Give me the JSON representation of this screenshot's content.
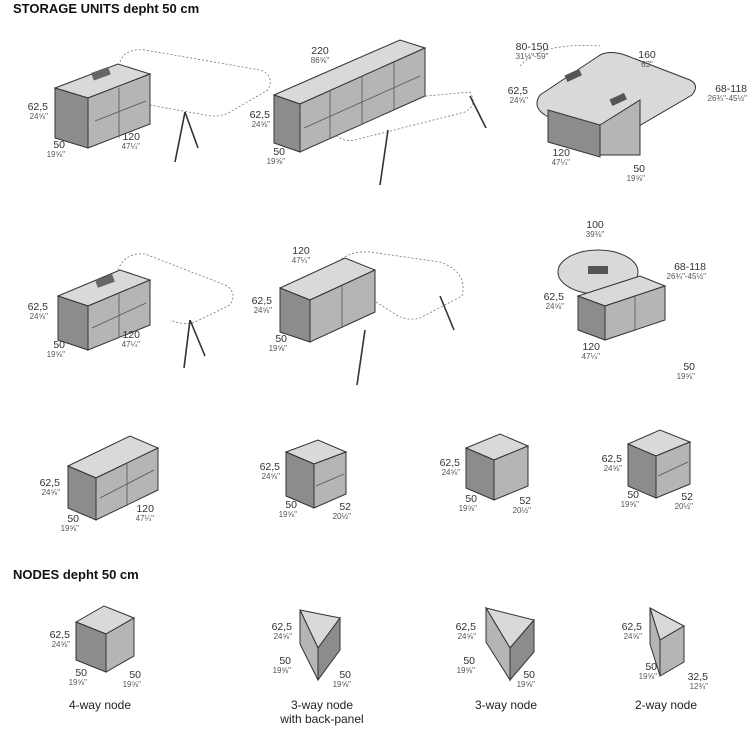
{
  "titles": {
    "storage": "STORAGE UNITS depht 50 cm",
    "nodes": "NODES depht 50 cm"
  },
  "dims": {
    "d1": {
      "h": "62,5",
      "hi": "24⅝\"",
      "d": "50",
      "di": "19⅝\"",
      "w": "120",
      "wi": "47¼\""
    },
    "d2": {
      "w": "220",
      "wi": "86⅝\"",
      "h": "62,5",
      "hi": "24⅝\"",
      "d": "50",
      "di": "19⅝\""
    },
    "d3": {
      "r": "80-150",
      "ri": "31½\"-59\"",
      "w": "160",
      "wi": "63\"",
      "h": "62,5",
      "hi": "24⅝\"",
      "a": "68-118",
      "ai": "26¾\"-45½\"",
      "l": "120",
      "li": "47¼\"",
      "d": "50",
      "di": "19⅝\""
    },
    "d4": {
      "h": "62,5",
      "hi": "24⅝\"",
      "d": "50",
      "di": "19⅝\"",
      "w": "120",
      "wi": "47¼\""
    },
    "d5": {
      "w": "120",
      "wi": "47¼\"",
      "h": "62,5",
      "hi": "24⅝\"",
      "d": "50",
      "di": "19⅝\""
    },
    "d6": {
      "dia": "100",
      "diai": "39⅜\"",
      "a": "68-118",
      "ai": "26¾\"-45½\"",
      "h": "62,5",
      "hi": "24⅝\"",
      "w": "120",
      "wi": "47¼\"",
      "d": "50",
      "di": "19⅝\""
    },
    "d7": {
      "h": "62,5",
      "hi": "24⅝\"",
      "d": "50",
      "di": "19⅝\"",
      "w": "120",
      "wi": "47¼\""
    },
    "d8": {
      "h": "62,5",
      "hi": "24⅝\"",
      "d": "50",
      "di": "19⅝\"",
      "w": "52",
      "wi": "20½\""
    },
    "d9": {
      "h": "62,5",
      "hi": "24⅝\"",
      "d": "50",
      "di": "19⅝\"",
      "w": "52",
      "wi": "20½\""
    },
    "d10": {
      "h": "62,5",
      "hi": "24⅝\"",
      "d": "50",
      "di": "19⅝\"",
      "w": "52",
      "wi": "20½\""
    },
    "n1": {
      "h": "62,5",
      "hi": "24⅝\"",
      "d": "50",
      "di": "19⅝\"",
      "w": "50",
      "wi": "19⅝\""
    },
    "n2": {
      "h": "62,5",
      "hi": "24⅝\"",
      "d": "50",
      "di": "19⅝\"",
      "w": "50",
      "wi": "19⅝\""
    },
    "n3": {
      "h": "62,5",
      "hi": "24⅝\"",
      "d": "50",
      "di": "19⅝\"",
      "w": "50",
      "wi": "19⅝\""
    },
    "n4": {
      "h": "62,5",
      "hi": "24⅝\"",
      "d": "50",
      "di": "19⅝\"",
      "w": "32,5",
      "wi": "12¾\""
    }
  },
  "captions": {
    "n1": "4-way node",
    "n2_line1": "3-way node",
    "n2_line2": "with back-panel",
    "n3": "3-way node",
    "n4": "2-way node"
  }
}
